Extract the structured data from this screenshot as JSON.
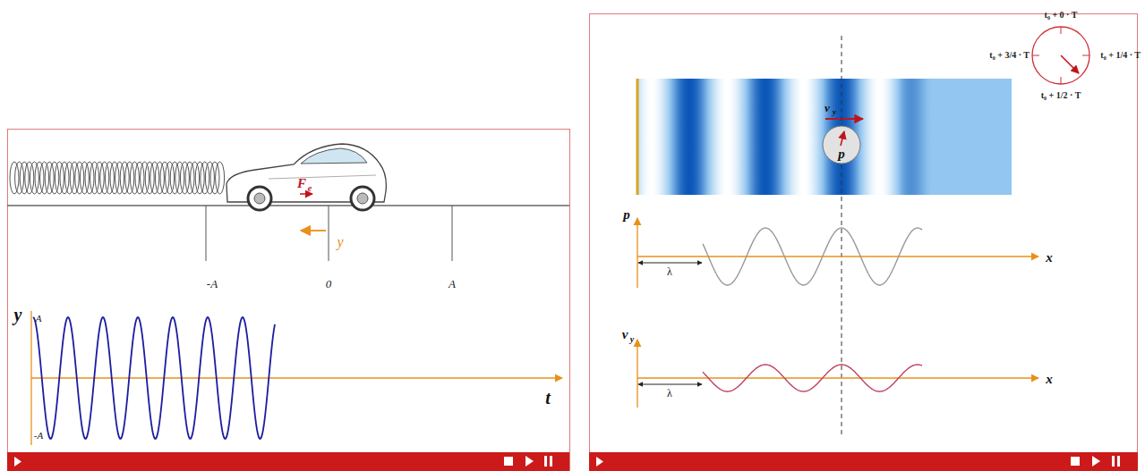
{
  "diagram": {
    "nodes": [
      {
        "text": [
          "p"
        ]
      }
    ],
    "labels": [
      "F",
      "e",
      "y",
      "-A",
      "0",
      "A",
      "y",
      "A",
      "-A",
      "t",
      "t₀ + 0 · T",
      "t₀ + 1/4 · T",
      "t₀ + 1/2 · T",
      "t₀ + 3/4 · T",
      "v",
      "y",
      "p",
      "λ",
      "x",
      "v",
      "y",
      "λ",
      "x"
    ]
  }
}
